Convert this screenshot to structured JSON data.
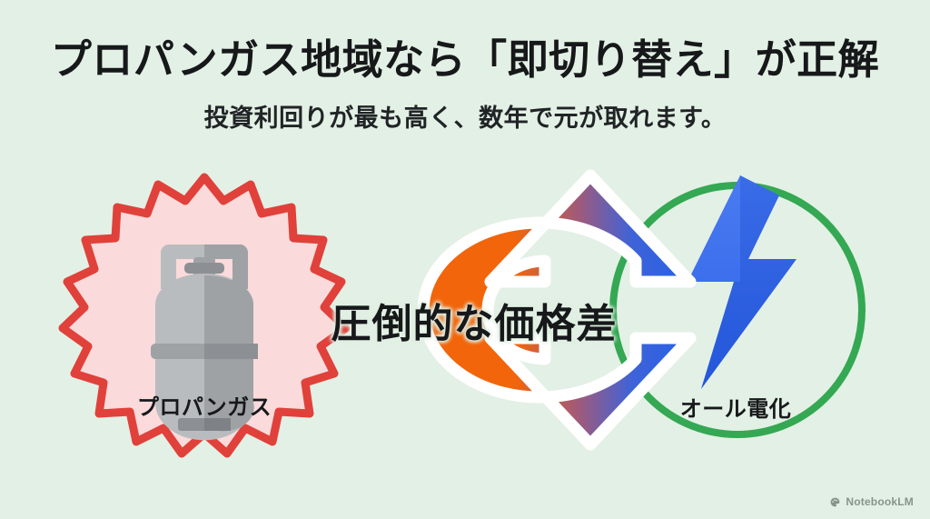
{
  "slide": {
    "background_color": "#e3f0e5",
    "title": "プロパンガス地域なら「即切り替え」が正解",
    "subtitle": "投資利回りが最も高く、数年で元が取れます。",
    "center_label": "圧倒的な価格差"
  },
  "nodes": {
    "left": {
      "caption": "プロパンガス",
      "shape": "starburst",
      "fill_color": "#fadadb",
      "border_color": "#e0413a",
      "icon": "gas-cylinder-icon",
      "icon_colors": {
        "body_light": "#b9bcbe",
        "body_dark": "#9ea2a5",
        "accent": "#8c9094"
      }
    },
    "right": {
      "caption": "オール電化",
      "shape": "circle-outline",
      "border_color": "#34a853",
      "icon": "lightning-bolt-icon",
      "icon_colors": {
        "light": "#3b6fe8",
        "dark": "#1b4fd4"
      }
    }
  },
  "arrow": {
    "name": "curved-transition-arrow",
    "direction": "left-to-right",
    "gradient_from": "#f2650a",
    "gradient_to": "#2461e8",
    "outline_color": "#ffffff"
  },
  "watermark": {
    "label": "NotebookLM",
    "icon": "notebooklm-icon",
    "color": "#3c4a3e"
  }
}
